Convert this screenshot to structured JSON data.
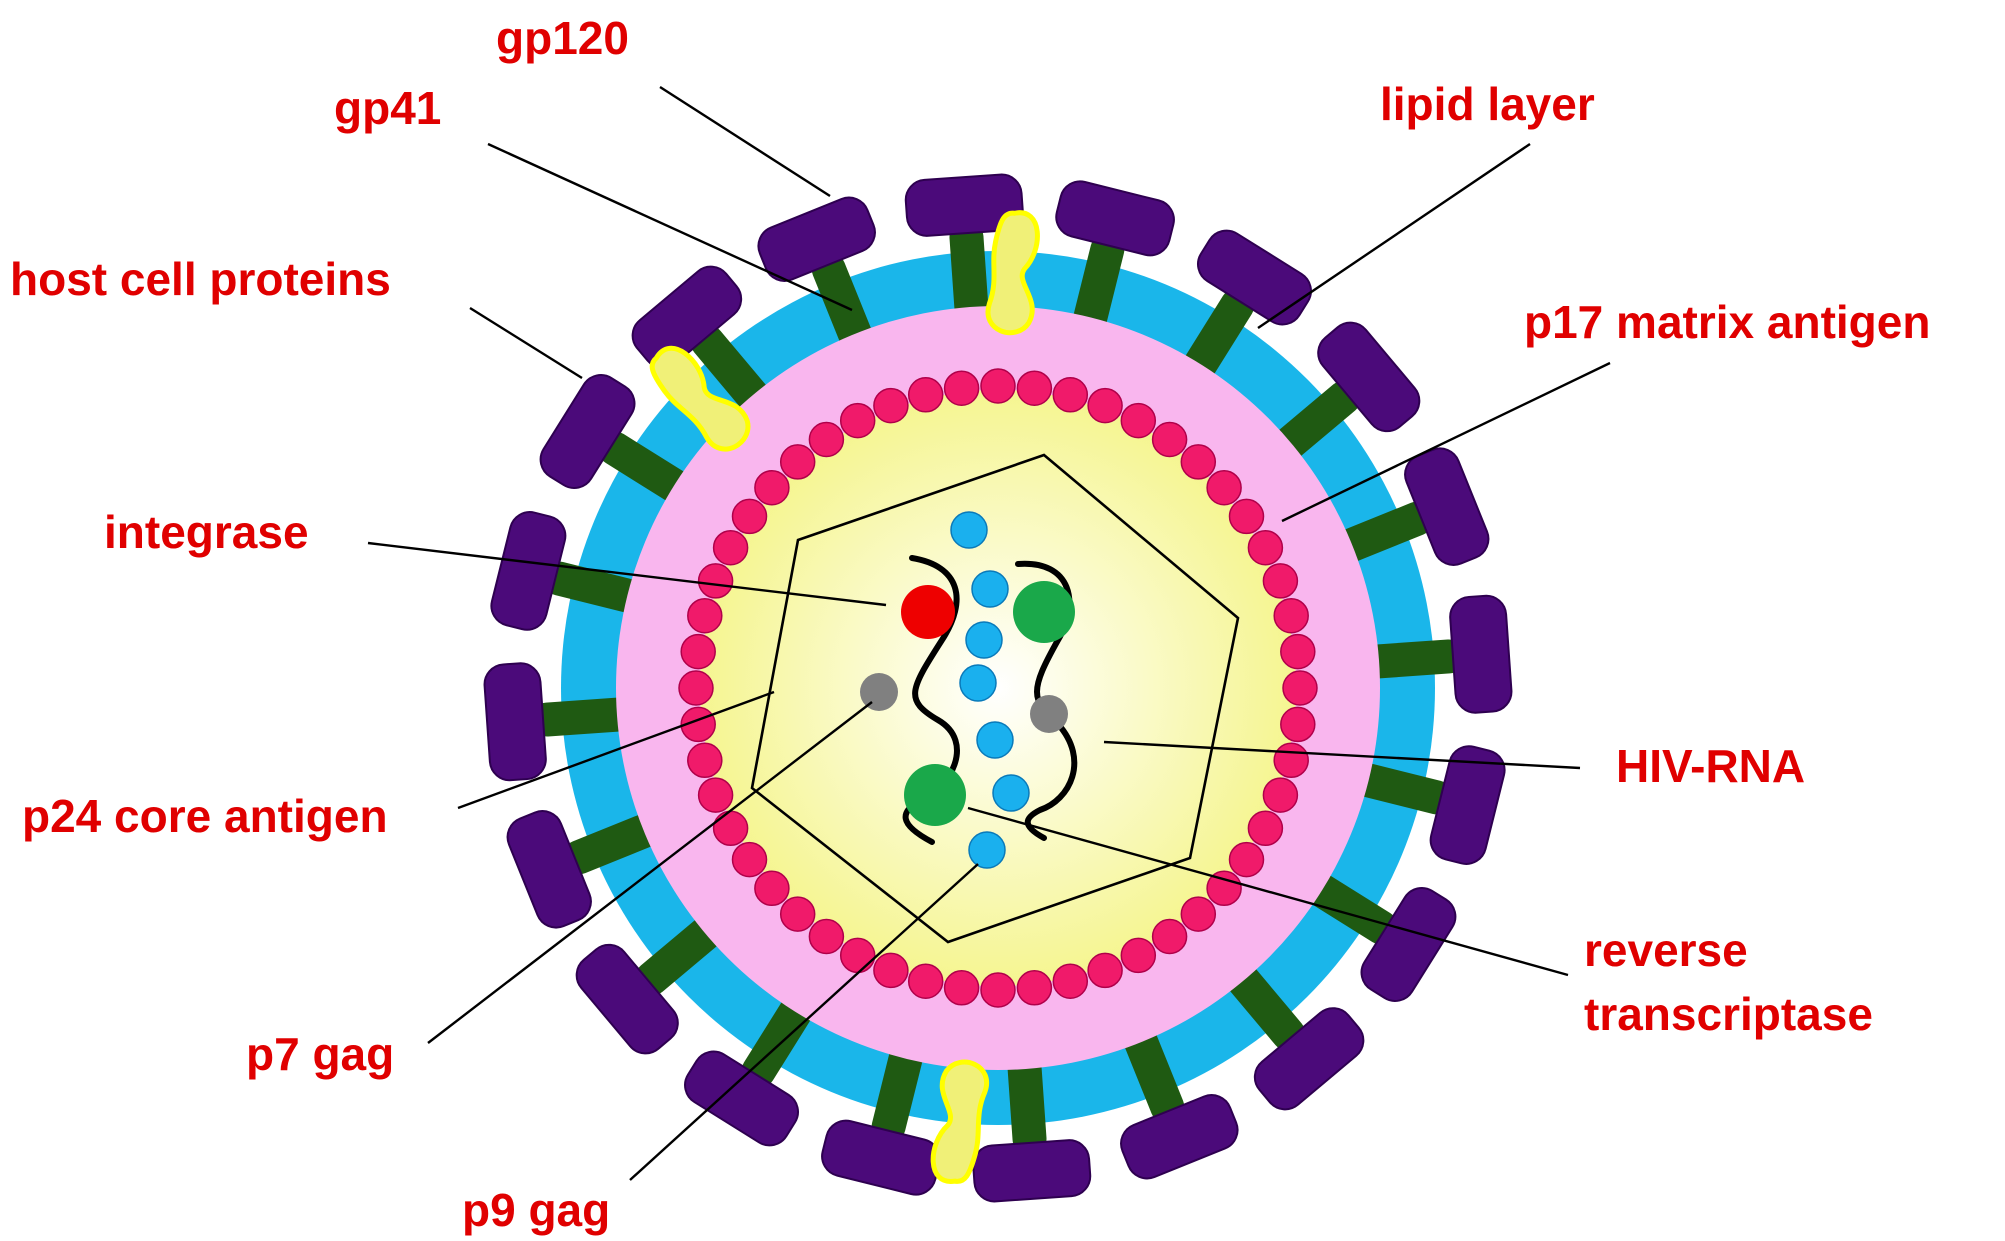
{
  "colors": {
    "label": "#e00000",
    "envelope_outer": "#1ab6ea",
    "envelope_inner": "#b9ebfb",
    "lipid": "#f9b6ee",
    "matrix_bead": "#f01a6a",
    "matrix_bead_stroke": "#b0004a",
    "core_center": "#ffffff",
    "core_edge": "#f5f590",
    "gp120": "#4b0a7a",
    "gp41": "#1f5a12",
    "host_protein": "#f0f078",
    "host_protein_stroke": "#ffff00",
    "integrase": "#ee0000",
    "reverse_transcriptase": "#1aa84a",
    "p7_gag": "#808080",
    "p9_gag": "#1ab0ee",
    "rna": "#000000"
  },
  "labels": {
    "gp120": "gp120",
    "gp41": "gp41",
    "lipid_layer": "lipid layer",
    "host_cell_proteins": "host cell proteins",
    "p17_matrix_antigen": "p17 matrix antigen",
    "integrase": "integrase",
    "p24_core_antigen": "p24 core antigen",
    "hiv_rna": "HIV-RNA",
    "reverse_transcriptase_line1": "reverse",
    "reverse_transcriptase_line2": "transcriptase",
    "p7_gag": "p7 gag",
    "p9_gag": "p9 gag"
  }
}
